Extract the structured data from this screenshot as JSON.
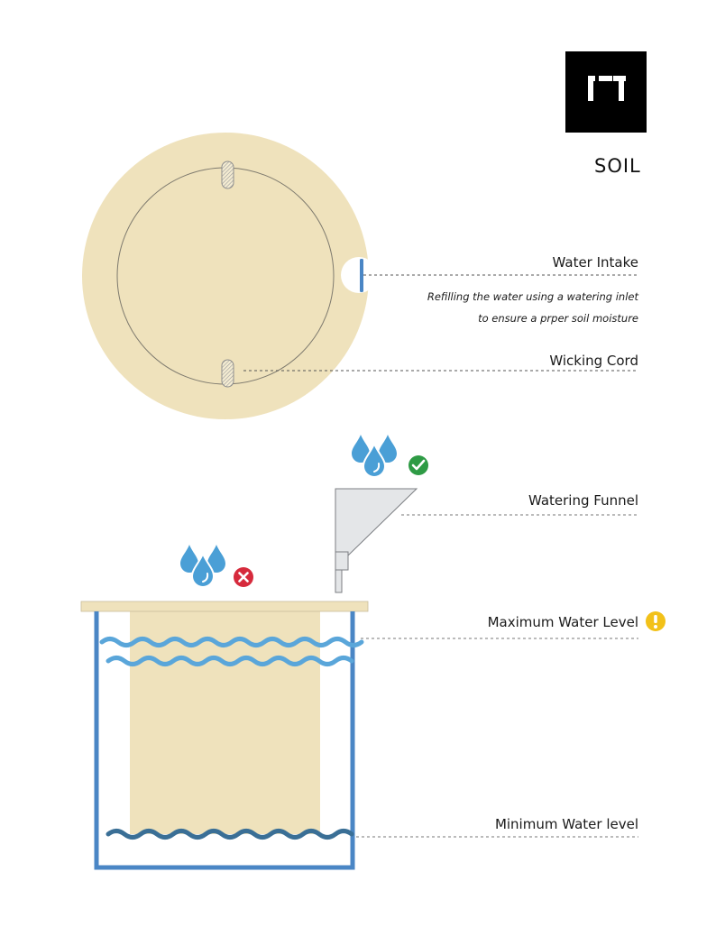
{
  "brand": {
    "name": "SOIL",
    "logo_icon": "bracket-logo-icon"
  },
  "labels": {
    "water_intake": "Water Intake",
    "water_intake_note_1": "Refilling the water using a watering inlet",
    "water_intake_note_2": "to ensure a prper soil moisture",
    "wicking_cord": "Wicking Cord",
    "watering_funnel": "Watering Funnel",
    "max_level": "Maximum Water Level",
    "min_level": "Minimum Water level"
  },
  "icons": {
    "water_drops": "water-drops-icon",
    "correct": "check-circle-icon",
    "wrong": "x-circle-icon",
    "warning": "exclamation-circle-icon"
  },
  "colors": {
    "soil": "#efe2bc",
    "pot_wall": "#4a86c5",
    "water_high": "#5aa6da",
    "water_low": "#3a6f96",
    "funnel": "#e4e6e8",
    "check": "#2e9b45",
    "cross": "#d62a3c",
    "warning": "#f2c119",
    "drop": "#4a9fd6"
  }
}
